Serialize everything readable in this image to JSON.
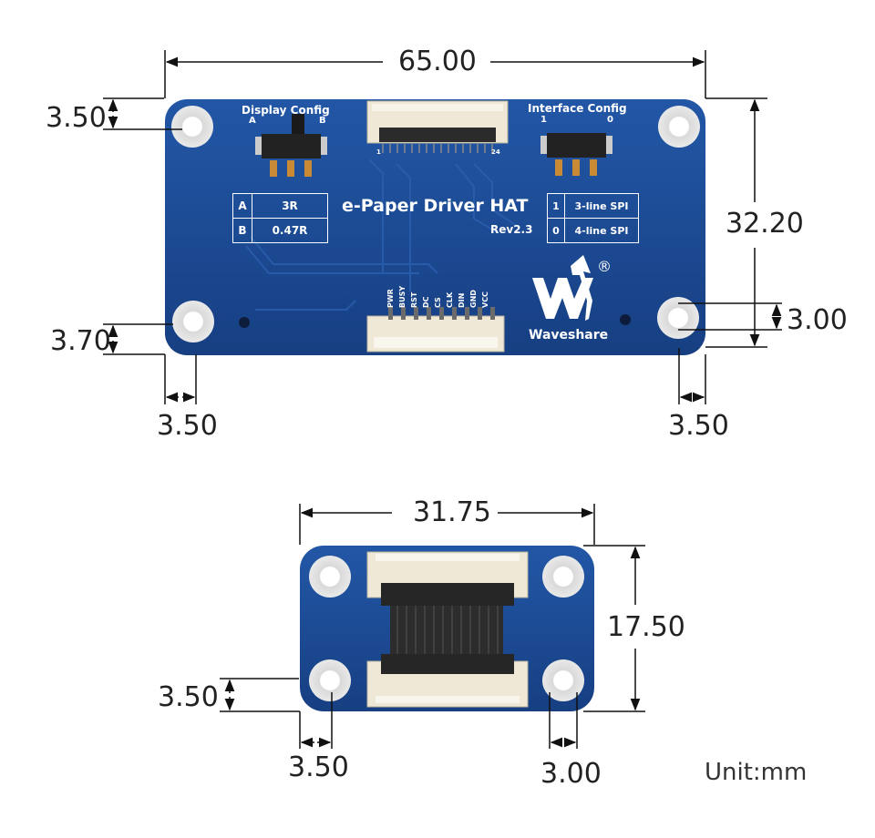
{
  "top_board": {
    "title": "e-Paper Driver HAT",
    "revision": "Rev2.3",
    "display_config": {
      "label": "Display Config",
      "a": "A",
      "b": "B"
    },
    "interface_config": {
      "label": "Interface Config",
      "one": "1",
      "zero": "0"
    },
    "ffc_pin_first": "1",
    "ffc_pin_last": "24",
    "resistor_table": [
      {
        "key": "A",
        "value": "3R"
      },
      {
        "key": "B",
        "value": "0.47R"
      }
    ],
    "spi_table": [
      {
        "key": "1",
        "value": "3-line SPI"
      },
      {
        "key": "0",
        "value": "4-line SPI"
      }
    ],
    "pins": [
      "PWR",
      "BUSY",
      "RST",
      "DC",
      "CS",
      "CLK",
      "DIN",
      "GND",
      "VCC"
    ],
    "brand": "Waveshare",
    "registered": "®",
    "dimensions": {
      "width": "65.00",
      "height": "32.20",
      "hole_top_offset": "3.50",
      "hole_bottom_offset": "3.70",
      "hole_left_offset": "3.50",
      "hole_right_offset": "3.50",
      "hole_diameter": "3.00"
    }
  },
  "bottom_board": {
    "dimensions": {
      "width": "31.75",
      "height": "17.50",
      "hole_bottom_offset": "3.50",
      "hole_left_offset": "3.50",
      "hole_diameter": "3.00"
    }
  },
  "unit": "Unit:mm",
  "colors": {
    "board": "#1c4a94",
    "silkscreen": "#ffffff",
    "connector": "#efe8d6",
    "dimension_line": "#111111"
  }
}
